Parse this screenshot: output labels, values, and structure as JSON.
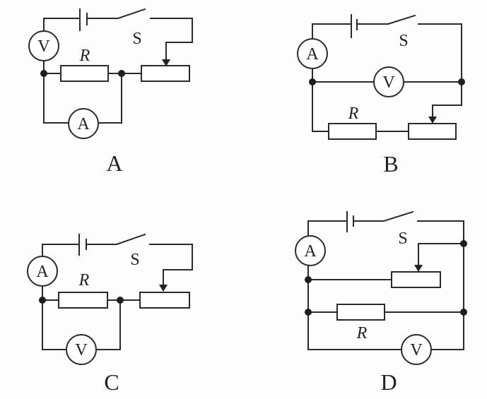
{
  "figure": {
    "description": "Four circuit diagrams labeled A-D showing different placements of ammeter, voltmeter, resistor R, rheostat, battery and switch S",
    "labels": {
      "voltmeter": "V",
      "ammeter": "A",
      "resistor": "R",
      "switch": "S"
    },
    "circuits": [
      {
        "id": "A",
        "caption": "A",
        "voltmeter_position": "series with battery",
        "ammeter_position": "parallel with R"
      },
      {
        "id": "B",
        "caption": "B",
        "voltmeter_position": "parallel with R and rheostat",
        "ammeter_position": "series with battery"
      },
      {
        "id": "C",
        "caption": "C",
        "voltmeter_position": "parallel with R",
        "ammeter_position": "series with battery"
      },
      {
        "id": "D",
        "caption": "D",
        "voltmeter_position": "parallel with R and rheostat",
        "ammeter_position": "series with battery; R and rheostat in parallel"
      }
    ]
  }
}
